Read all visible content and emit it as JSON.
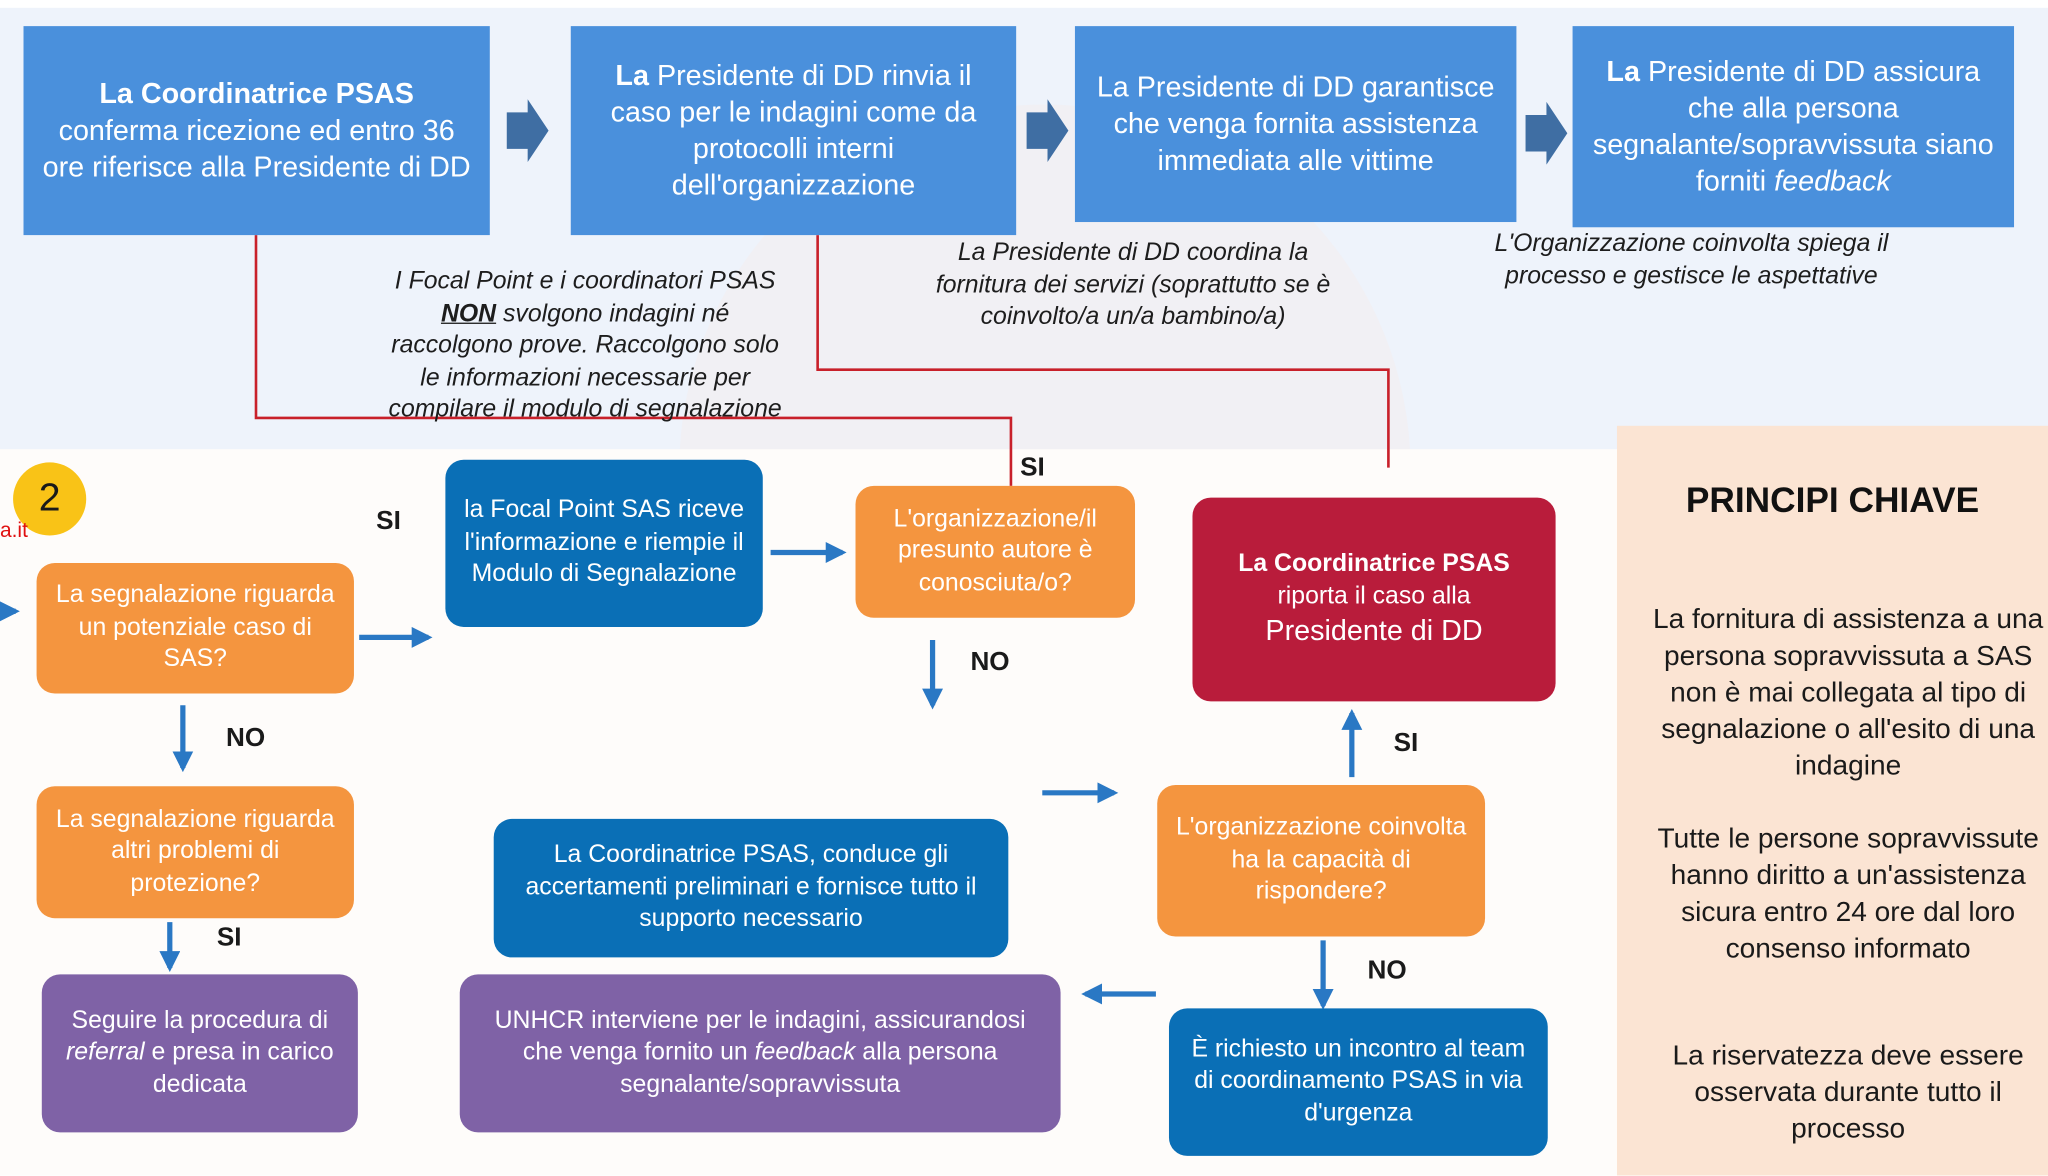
{
  "top_row": [
    {
      "bold": "La  Coordinatrice PSAS",
      "text": "conferma ricezione ed entro 36 ore riferisce alla Presidente di DD"
    },
    {
      "bold": "La",
      "text": "Presidente di DD rinvia il caso per le indagini come da protocolli interni dell'organizzazione"
    },
    {
      "bold": "",
      "text": "La Presidente di DD garantisce che venga fornita assistenza immediata alle vittime"
    },
    {
      "bold": "La",
      "text_pre": "Presidente di DD assicura che alla persona segnalante/sopravvissuta siano forniti",
      "italic": "feedback"
    }
  ],
  "notes": {
    "focal_note_pre": "I Focal Point e i coordinatori PSAS",
    "focal_note_strong": "NON",
    "focal_note_post": "svolgono indagini né raccolgono prove. Raccolgono solo le informazioni necessarie per compilare il modulo di segnalazione",
    "coordina_note": "La Presidente di DD coordina la fornitura dei servizi (soprattutto se è coinvolto/a un/a bambino/a)",
    "spiega_note": "L'Organizzazione coinvolta spiega il processo e gestisce le aspettative"
  },
  "badge_number": "2",
  "edge_fragment": "a.it",
  "boxes": {
    "q_sas": "La segnalazione riguarda un potenziale caso di SAS?",
    "q_altri": "La segnalazione riguarda altri problemi di protezione?",
    "referral_pre": "Seguire la procedura di",
    "referral_italic": "referral",
    "referral_post": "e presa in carico dedicata",
    "focal_point": "la Focal Point SAS riceve l'informazione e riempie il Modulo di Segnalazione",
    "q_conosciuta": "L'organizzazione/il presunto autore è conosciuta/o?",
    "coordinatrice_accertamenti": "La  Coordinatrice PSAS, conduce gli accertamenti preliminari e fornisce tutto il supporto necessario",
    "unhcr_pre": "UNHCR interviene per le indagini, assicurandosi che venga fornito un",
    "unhcr_italic": "feedback",
    "unhcr_post": "alla persona segnalante/sopravvissuta",
    "red_bold": "La  Coordinatrice PSAS",
    "red_text": "riporta il caso alla",
    "red_text2": "Presidente di DD",
    "q_capacita": "L'organizzazione coinvolta ha la capacità di rispondere?",
    "incontro": "È richiesto un incontro al team di coordinamento PSAS in via d'urgenza"
  },
  "labels": {
    "si": "SI",
    "no": "NO"
  },
  "panel": {
    "title": "PRINCIPI CHIAVE",
    "p1": "La fornitura di assistenza a una persona sopravvissuta a SAS non è mai collegata al tipo di segnalazione o all'esito di una indagine",
    "p2": "Tutte le persone sopravvissute hanno diritto a un'assistenza sicura entro 24 ore dal loro consenso informato",
    "p3": "La riservatezza deve essere osservata durante tutto il processo"
  },
  "colors": {
    "top_blue": "#4a90dc",
    "orange": "#f4953f",
    "dark_blue": "#0a6fb6",
    "purple": "#7f62a6",
    "red": "#b91c3b",
    "arrow": "#2a78c4",
    "line_red": "#c8202a",
    "panel": "#fbe4d3",
    "badge": "#f9c317"
  }
}
